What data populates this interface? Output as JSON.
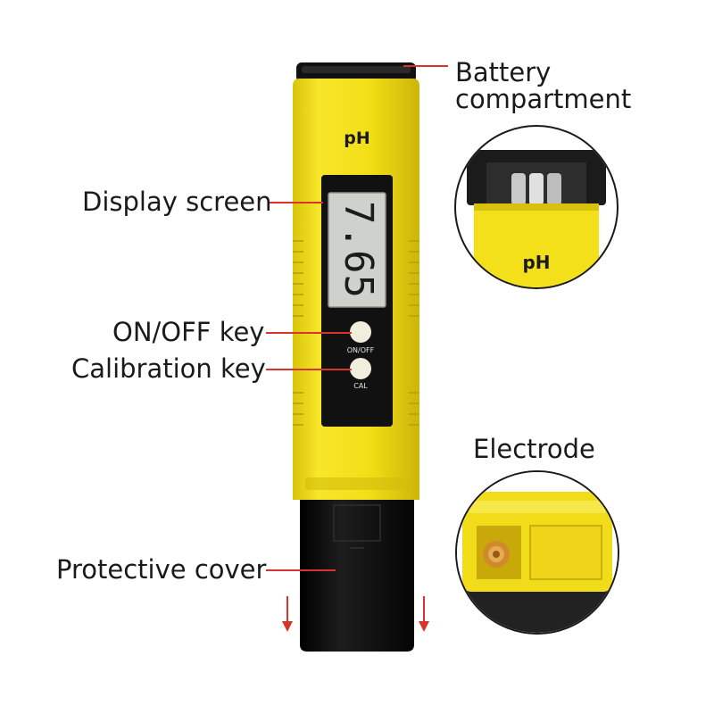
{
  "labels": {
    "battery": "Battery\ncompartment",
    "display": "Display screen",
    "onoff": "ON/OFF key",
    "calibration": "Calibration key",
    "electrode": "Electrode",
    "cover": "Protective cover"
  },
  "device": {
    "brand_text": "pH",
    "reading": "7.65",
    "onoff_button_label": "ON/OFF",
    "cal_button_label": "CAL",
    "inset_brand_text": "pH"
  },
  "colors": {
    "body_yellow": "#f3e01a",
    "cap_black": "#111111",
    "leader_red": "#d8332c",
    "lcd_gray": "#cfd1cc"
  }
}
